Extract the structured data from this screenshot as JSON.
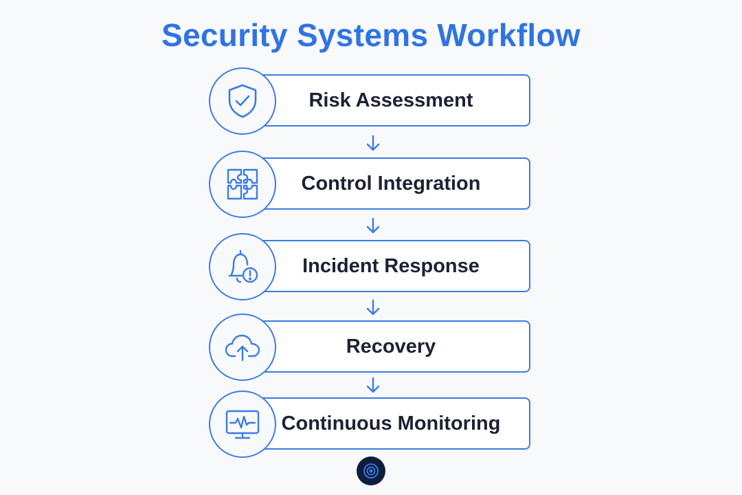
{
  "title": "Security Systems Workflow",
  "colors": {
    "accent": "#2f74e4",
    "stroke": "#3b7be6",
    "text": "#1b2233",
    "footer": "#0f1e3d"
  },
  "steps": [
    {
      "label": "Risk Assessment",
      "icon": "shield-check-icon"
    },
    {
      "label": "Control Integration",
      "icon": "puzzle-icon"
    },
    {
      "label": "Incident Response",
      "icon": "bell-alert-icon"
    },
    {
      "label": "Recovery",
      "icon": "cloud-upload-icon"
    },
    {
      "label": "Continuous Monitoring",
      "icon": "monitor-pulse-icon"
    }
  ],
  "footer": {
    "icon": "target-icon"
  }
}
